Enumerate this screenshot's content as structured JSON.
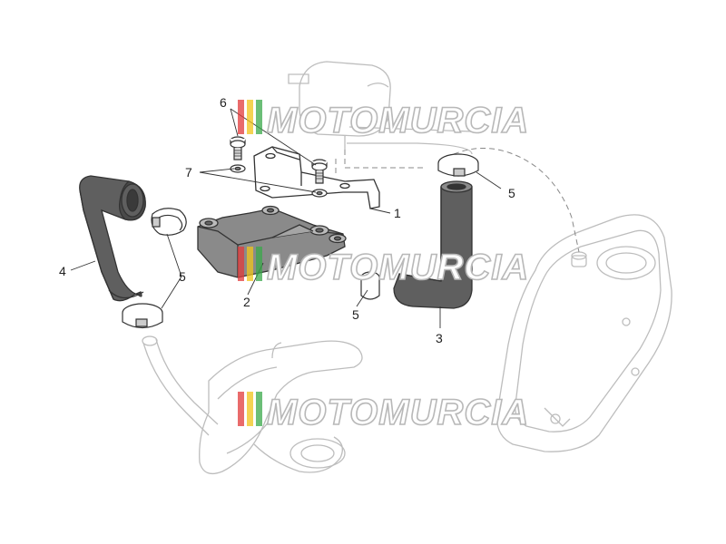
{
  "diagram": {
    "callouts": [
      {
        "id": "c6",
        "label": "6"
      },
      {
        "id": "c7",
        "label": "7"
      },
      {
        "id": "c1",
        "label": "1"
      },
      {
        "id": "c5a",
        "label": "5"
      },
      {
        "id": "c4",
        "label": "4"
      },
      {
        "id": "c5b",
        "label": "5"
      },
      {
        "id": "c2",
        "label": "2"
      },
      {
        "id": "c5c",
        "label": "5"
      },
      {
        "id": "c3",
        "label": "3"
      }
    ]
  },
  "watermark": {
    "text": "MOTOMURCIA",
    "stripe_colors": [
      "#e23a3a",
      "#f0c419",
      "#3aa84a"
    ]
  },
  "colors": {
    "hose": "#5f5f5f",
    "part_outline": "#333333",
    "ghost_outline": "#bdbdbd",
    "bracket_fill": "#ffffff",
    "body_fill": "#8a8a8a"
  }
}
